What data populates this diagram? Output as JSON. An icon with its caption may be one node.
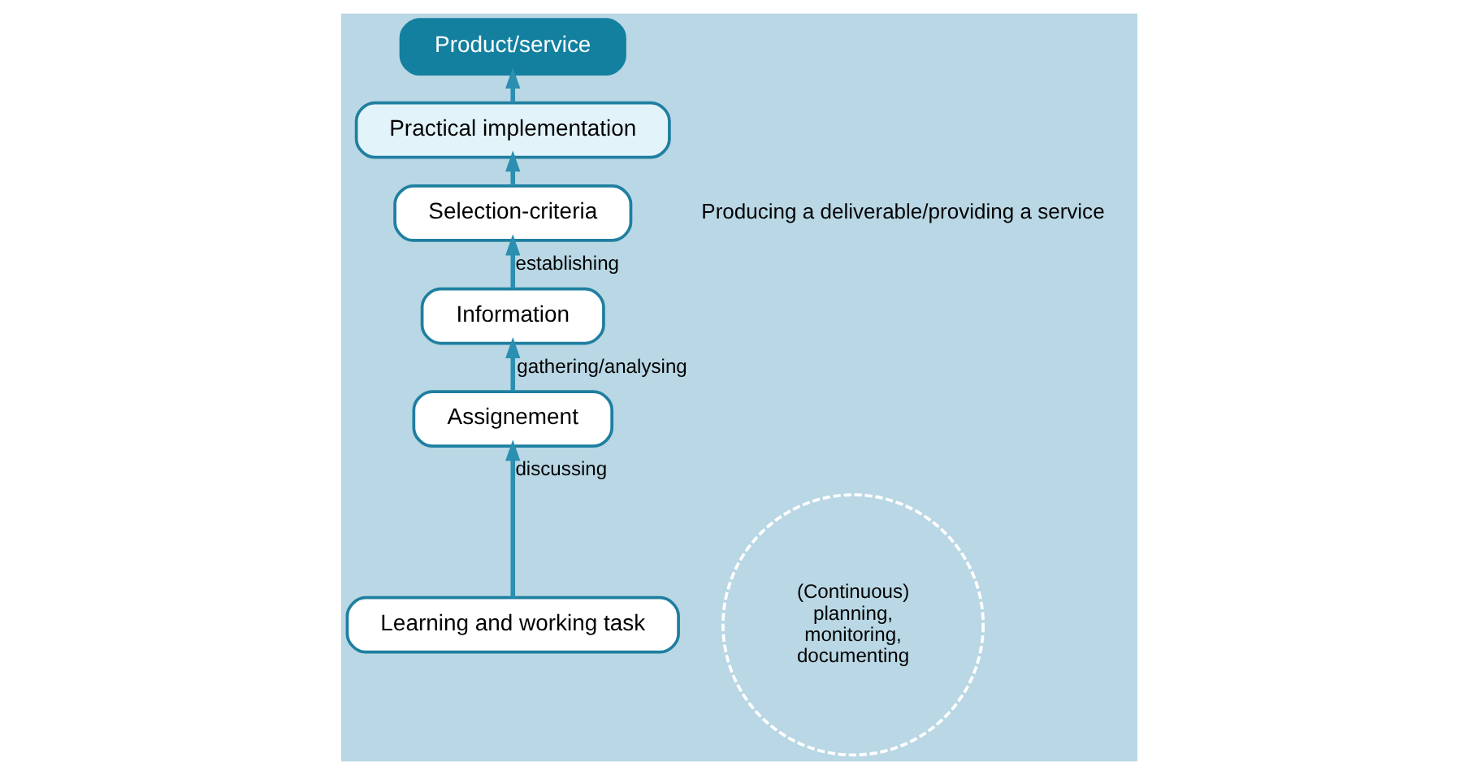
{
  "diagram": {
    "nodes": [
      {
        "text": [
          "Learning and working task"
        ]
      },
      {
        "text": [
          "Assignement"
        ]
      },
      {
        "text": [
          "Information"
        ]
      },
      {
        "text": [
          "Selection-criteria"
        ]
      },
      {
        "text": [
          "Practical implementation"
        ]
      },
      {
        "text": [
          "Product/service"
        ]
      },
      {
        "text": [
          "(Continuous) planning, monitoring, documenting"
        ]
      }
    ],
    "edges": [
      {
        "from": 0,
        "to": 1,
        "arrow": "to",
        "label": "discussing"
      },
      {
        "from": 1,
        "to": 2,
        "arrow": "to",
        "label": "gathering/analysing"
      },
      {
        "from": 2,
        "to": 3,
        "arrow": "to",
        "label": "establishing"
      },
      {
        "from": 3,
        "to": 4,
        "arrow": "to"
      },
      {
        "from": 4,
        "to": 5,
        "arrow": "to"
      }
    ],
    "labels": [
      "Producing a deliverable/providing a service"
    ]
  }
}
